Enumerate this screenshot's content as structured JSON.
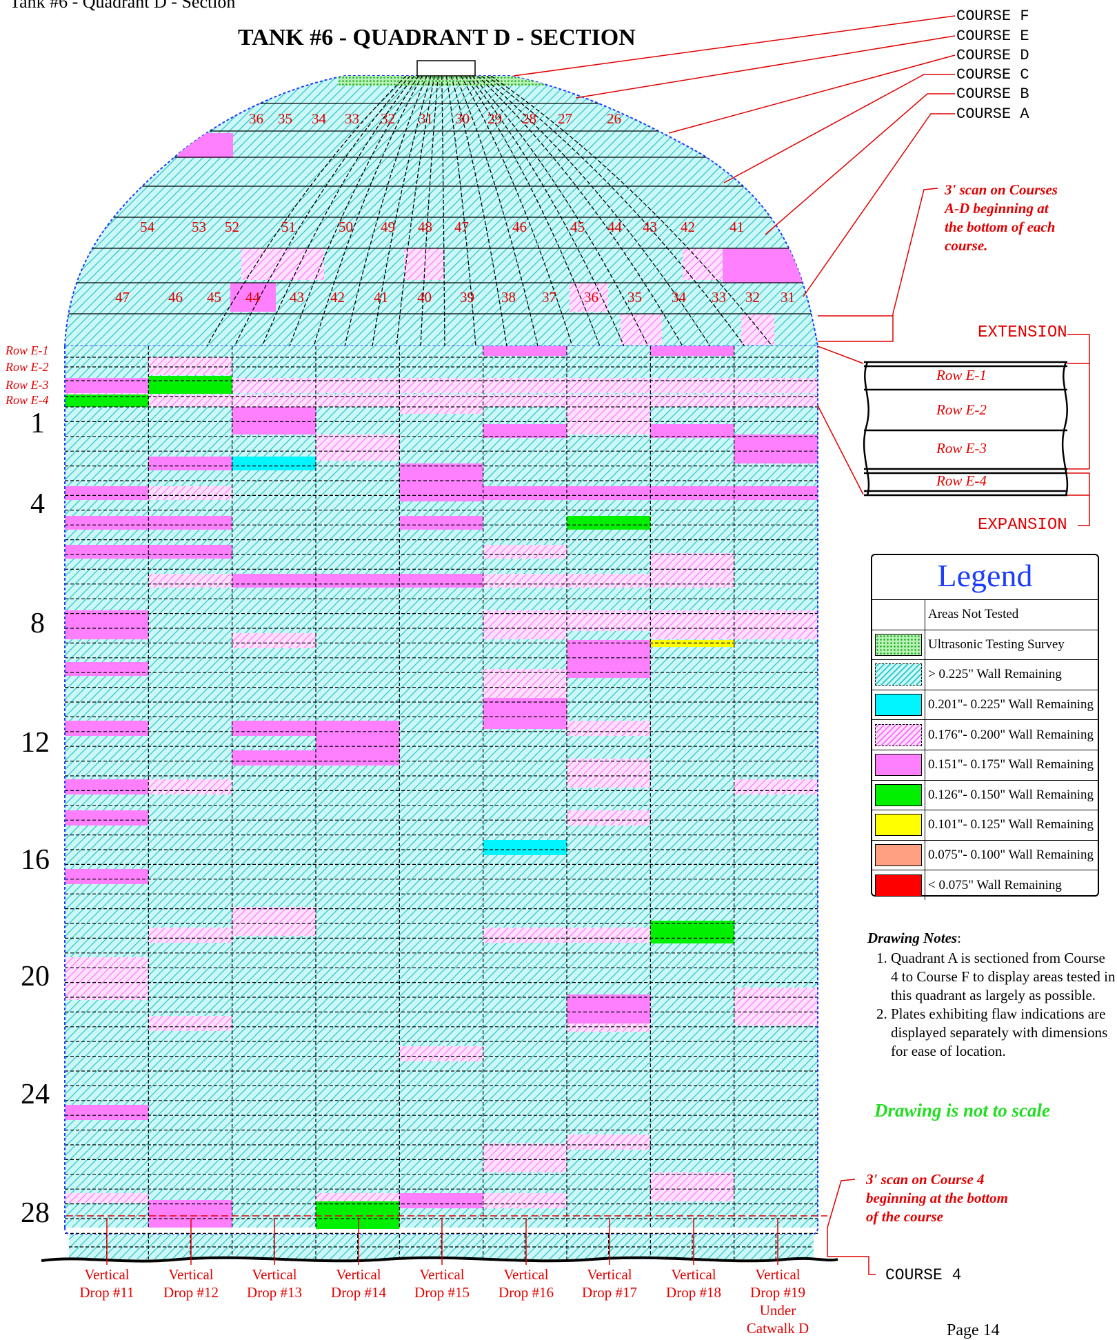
{
  "page_header": "Tank #6 - Quadrant D - Section",
  "title": "TANK #6 - QUADRANT D - SECTION",
  "course_labels": [
    "COURSE F",
    "COURSE E",
    "COURSE D",
    "COURSE C",
    "COURSE B",
    "COURSE A"
  ],
  "course_4_label": "COURSE 4",
  "dome_row1_numbers": [
    "36",
    "35",
    "34",
    "33",
    "32",
    "31",
    "30",
    "29",
    "28",
    "27",
    "26"
  ],
  "dome_row2_numbers": [
    "54",
    "53",
    "52",
    "51",
    "50",
    "49",
    "48",
    "47",
    "46",
    "45",
    "44",
    "43",
    "42",
    "41"
  ],
  "dome_row3_numbers": [
    "47",
    "46",
    "45",
    "44",
    "43",
    "42",
    "41",
    "40",
    "39",
    "38",
    "37",
    "36",
    "35",
    "34",
    "33",
    "32",
    "31"
  ],
  "scan_note_top": [
    "3' scan on Courses",
    "A-D beginning at",
    "the bottom of each",
    "course."
  ],
  "scan_note_bottom": [
    "3' scan on Course 4",
    "beginning at the bottom",
    "of the course"
  ],
  "row_labels": [
    "Row E-1",
    "Row E-2",
    "Row E-3",
    "Row E-4"
  ],
  "extension_label": "EXTENSION",
  "expansion_label": "EXPANSION",
  "course_numbers": [
    "1",
    "4",
    "8",
    "12",
    "16",
    "20",
    "24",
    "28"
  ],
  "drops": [
    [
      "Vertical",
      "Drop #11"
    ],
    [
      "Vertical",
      "Drop #12"
    ],
    [
      "Vertical",
      "Drop #13"
    ],
    [
      "Vertical",
      "Drop #14"
    ],
    [
      "Vertical",
      "Drop #15"
    ],
    [
      "Vertical",
      "Drop #16"
    ],
    [
      "Vertical",
      "Drop #17"
    ],
    [
      "Vertical",
      "Drop #18"
    ],
    [
      "Vertical",
      "Drop #19",
      "Under",
      "Catwalk D"
    ]
  ],
  "legend": {
    "title": "Legend",
    "items": [
      {
        "label": "Areas Not Tested",
        "swatch": "none"
      },
      {
        "label": "Ultrasonic Testing Survey",
        "swatch": "survey"
      },
      {
        "label": "> 0.225\" Wall Remaining",
        "swatch": "cyanhatch"
      },
      {
        "label": "0.201\"- 0.225\" Wall Remaining",
        "swatch": "#00f5ff"
      },
      {
        "label": "0.176\"- 0.200\" Wall Remaining",
        "swatch": "pinkhatch"
      },
      {
        "label": "0.151\"- 0.175\" Wall Remaining",
        "swatch": "#ff80ff"
      },
      {
        "label": "0.126\"- 0.150\" Wall Remaining",
        "swatch": "#00f000"
      },
      {
        "label": "0.101\"- 0.125\" Wall Remaining",
        "swatch": "#ffff00"
      },
      {
        "label": "0.075\"- 0.100\" Wall Remaining",
        "swatch": "#ffa080"
      },
      {
        "label": "< 0.075\" Wall Remaining",
        "swatch": "#ff0000"
      }
    ]
  },
  "notes": {
    "heading": "Drawing Notes",
    "items": [
      "Quadrant A is sectioned from Course 4 to Course F to display areas tested in this quadrant as largely as possible.",
      "Plates exhibiting flaw indications are displayed separately with dimensions for ease of location."
    ]
  },
  "not_to_scale": "Drawing is not to scale",
  "page_number": "Page 14",
  "colors": {
    "cyan_bg": "#cdf7f7",
    "cyan_hatch": "#22c7c7",
    "pink_hatch": "#ff66ff",
    "pink": "#ff80ff",
    "green": "#00f000",
    "cyan": "#00f5ff",
    "yellow": "#ffff00",
    "red": "#e00000"
  }
}
